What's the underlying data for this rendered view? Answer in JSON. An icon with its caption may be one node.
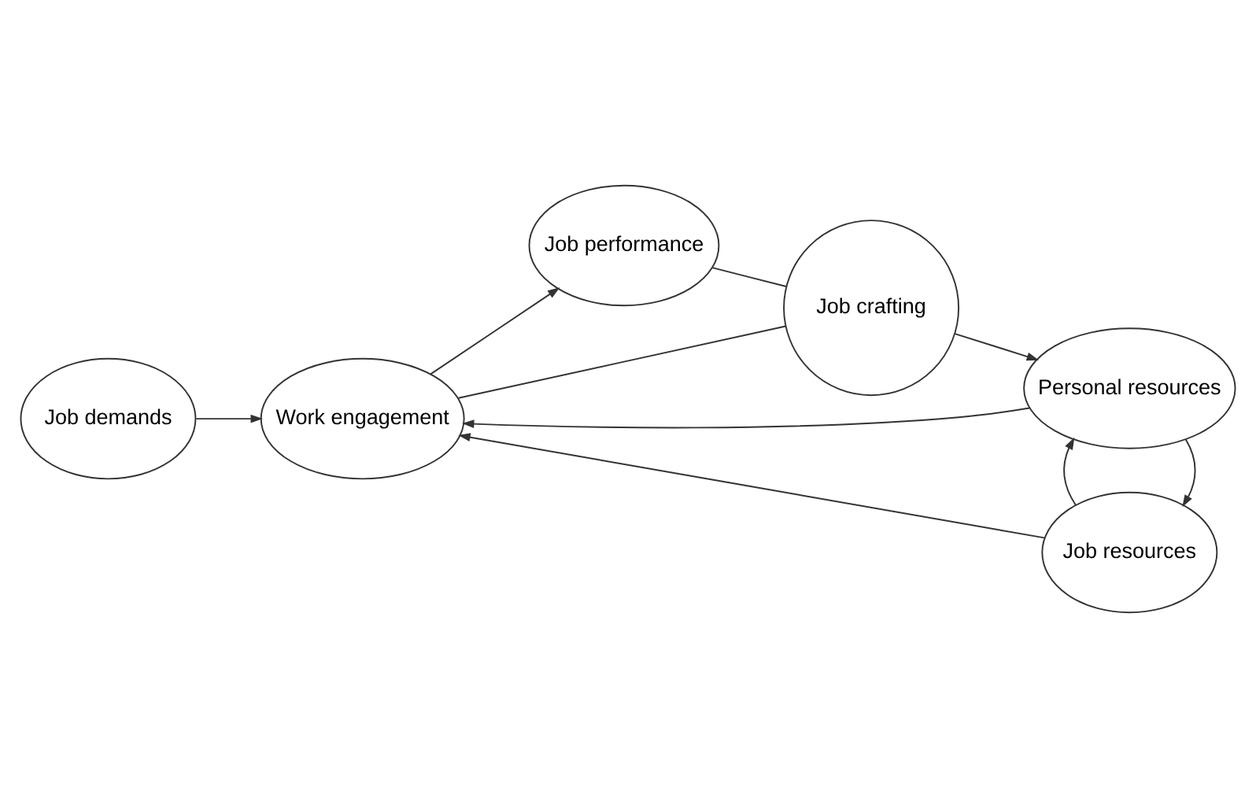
{
  "diagram": {
    "nodes": [
      {
        "text": [
          "Job demands"
        ]
      },
      {
        "text": [
          "Job resources"
        ]
      },
      {
        "text": [
          "Personal resources"
        ]
      },
      {
        "text": [
          "Work engagement"
        ]
      },
      {
        "text": [
          "Job performance"
        ]
      },
      {
        "text": [
          "Job crafting"
        ]
      }
    ],
    "edges": [
      {
        "from": 1,
        "to": 3,
        "arrow": "to"
      },
      {
        "from": 2,
        "to": 3,
        "arrow": "to"
      },
      {
        "from": 0,
        "to": 3,
        "arrow": "to"
      },
      {
        "from": 3,
        "to": 4,
        "arrow": "to"
      },
      {
        "from": 2,
        "to": 1,
        "arrow": "to"
      },
      {
        "from": 1,
        "to": 2,
        "arrow": "to"
      },
      {
        "from": 3,
        "to": 5,
        "arrow": "none"
      },
      {
        "from": 4,
        "to": 5,
        "arrow": "none"
      },
      {
        "from": 5,
        "to": 2,
        "arrow": "to"
      }
    ]
  }
}
